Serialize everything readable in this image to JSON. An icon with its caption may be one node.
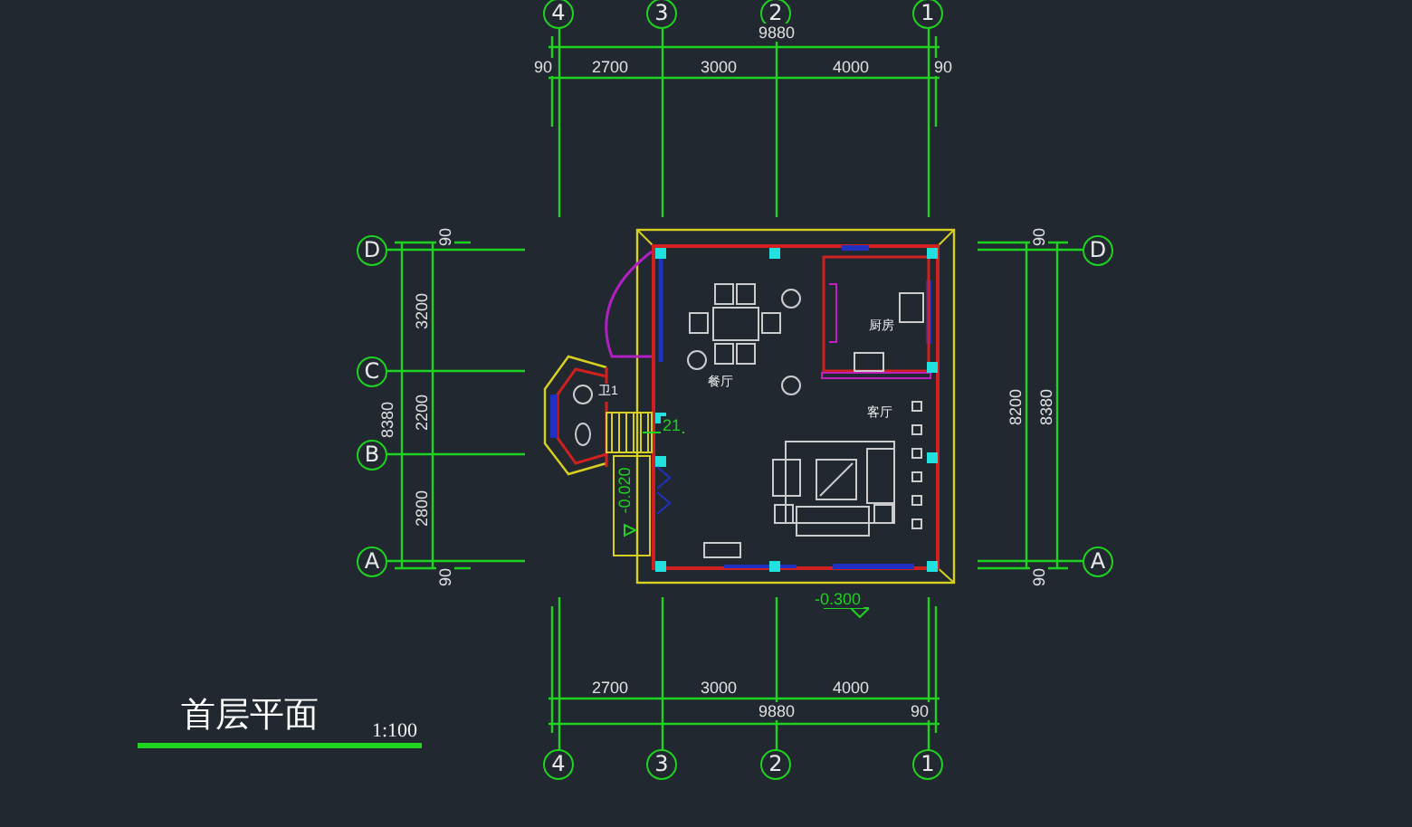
{
  "diagram": {
    "title": "首层平面",
    "nodes": [
      {
        "text": [
          "4"
        ]
      },
      {
        "text": [
          "3"
        ]
      },
      {
        "text": [
          "2"
        ]
      },
      {
        "text": [
          "1"
        ]
      },
      {
        "text": [
          "D"
        ]
      },
      {
        "text": [
          "C"
        ]
      },
      {
        "text": [
          "B"
        ]
      },
      {
        "text": [
          "A"
        ]
      },
      {
        "text": [
          "D"
        ]
      },
      {
        "text": [
          "A"
        ]
      },
      {
        "text": [
          "4"
        ]
      },
      {
        "text": [
          "3"
        ]
      },
      {
        "text": [
          "2"
        ]
      },
      {
        "text": [
          "1"
        ]
      }
    ],
    "labels": [
      "9880",
      "90",
      "2700",
      "3000",
      "4000",
      "90",
      "90",
      "3200",
      "8380",
      "2200",
      "2800",
      "90",
      "餐厅",
      "厨房",
      "卫1",
      "21",
      "客厅",
      "-0.020",
      "90",
      "8200",
      "8380",
      "90",
      "-0.300",
      "2700",
      "3000",
      "4000",
      "9880",
      "90",
      "1:100"
    ]
  }
}
